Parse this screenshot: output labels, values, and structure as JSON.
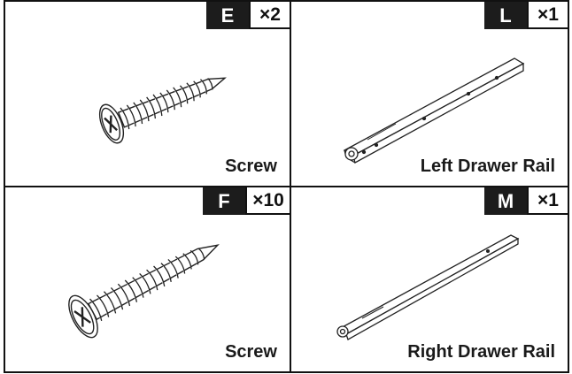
{
  "parts": [
    {
      "id": "E",
      "quantity": "×2",
      "name": "Screw",
      "icon": "screw-icon"
    },
    {
      "id": "L",
      "quantity": "×1",
      "name": "Left Drawer Rail",
      "icon": "left-drawer-rail-icon"
    },
    {
      "id": "F",
      "quantity": "×10",
      "name": "Screw",
      "icon": "screw-icon"
    },
    {
      "id": "M",
      "quantity": "×1",
      "name": "Right Drawer Rail",
      "icon": "right-drawer-rail-icon"
    }
  ]
}
